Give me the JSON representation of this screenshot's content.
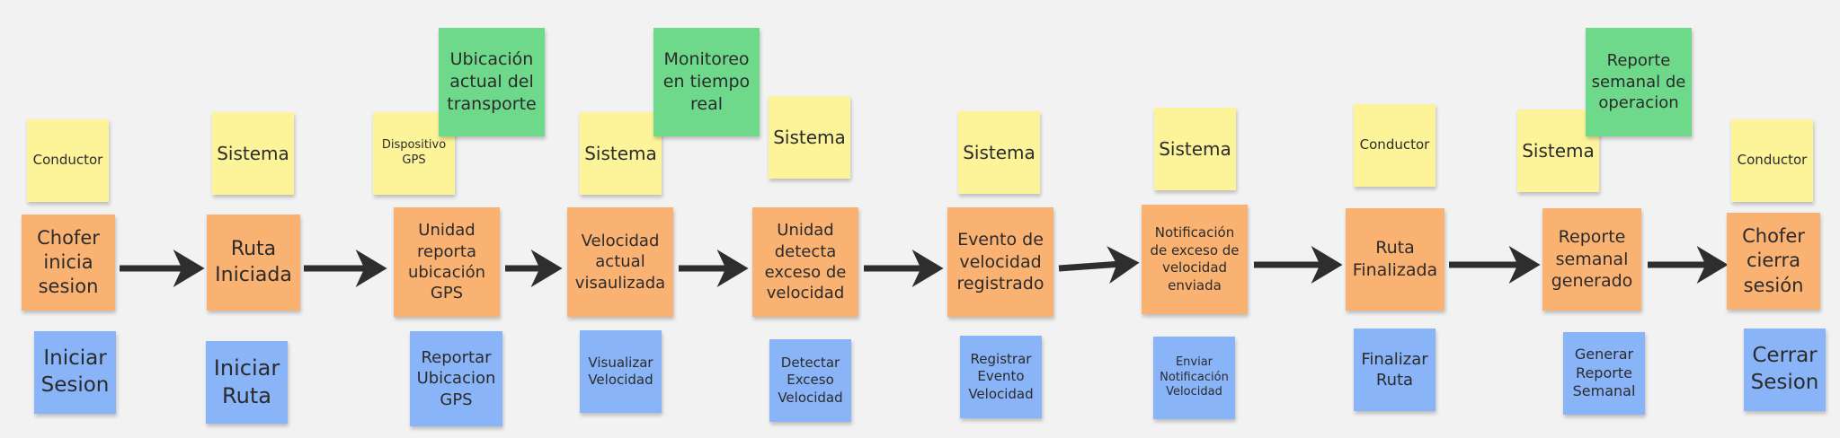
{
  "colors": {
    "actor": "#fdf49a",
    "read_model": "#6fd98b",
    "event": "#f9b271",
    "command": "#8ab4f8",
    "arrow": "#2e2e2e",
    "background": "#f2f2f2"
  },
  "actors": [
    "Conductor",
    "Sistema",
    "Dispositivo GPS",
    "Sistema",
    "Sistema",
    "Sistema",
    "Sistema",
    "Conductor",
    "Sistema",
    "Conductor"
  ],
  "read_models": [
    "Ubicación actual del transporte",
    "Monitoreo en tiempo real",
    "Reporte semanal de operacion"
  ],
  "events": [
    "Chofer inicia sesion",
    "Ruta Iniciada",
    "Unidad reporta ubicación GPS",
    "Velocidad actual visaulizada",
    "Unidad detecta exceso de velocidad",
    "Evento de velocidad registrado",
    "Notificación de exceso de velocidad enviada",
    "Ruta Finalizada",
    "Reporte semanal generado",
    "Chofer cierra sesión"
  ],
  "commands": [
    "Iniciar Sesion",
    "Iniciar Ruta",
    "Reportar Ubicacion GPS",
    "Visualizar Velocidad",
    "Detectar Exceso Velocidad",
    "Registrar Evento Velocidad",
    "Enviar Notificación Velocidad",
    "Finalizar Ruta",
    "Generar Reporte Semanal",
    "Cerrar Sesion"
  ]
}
